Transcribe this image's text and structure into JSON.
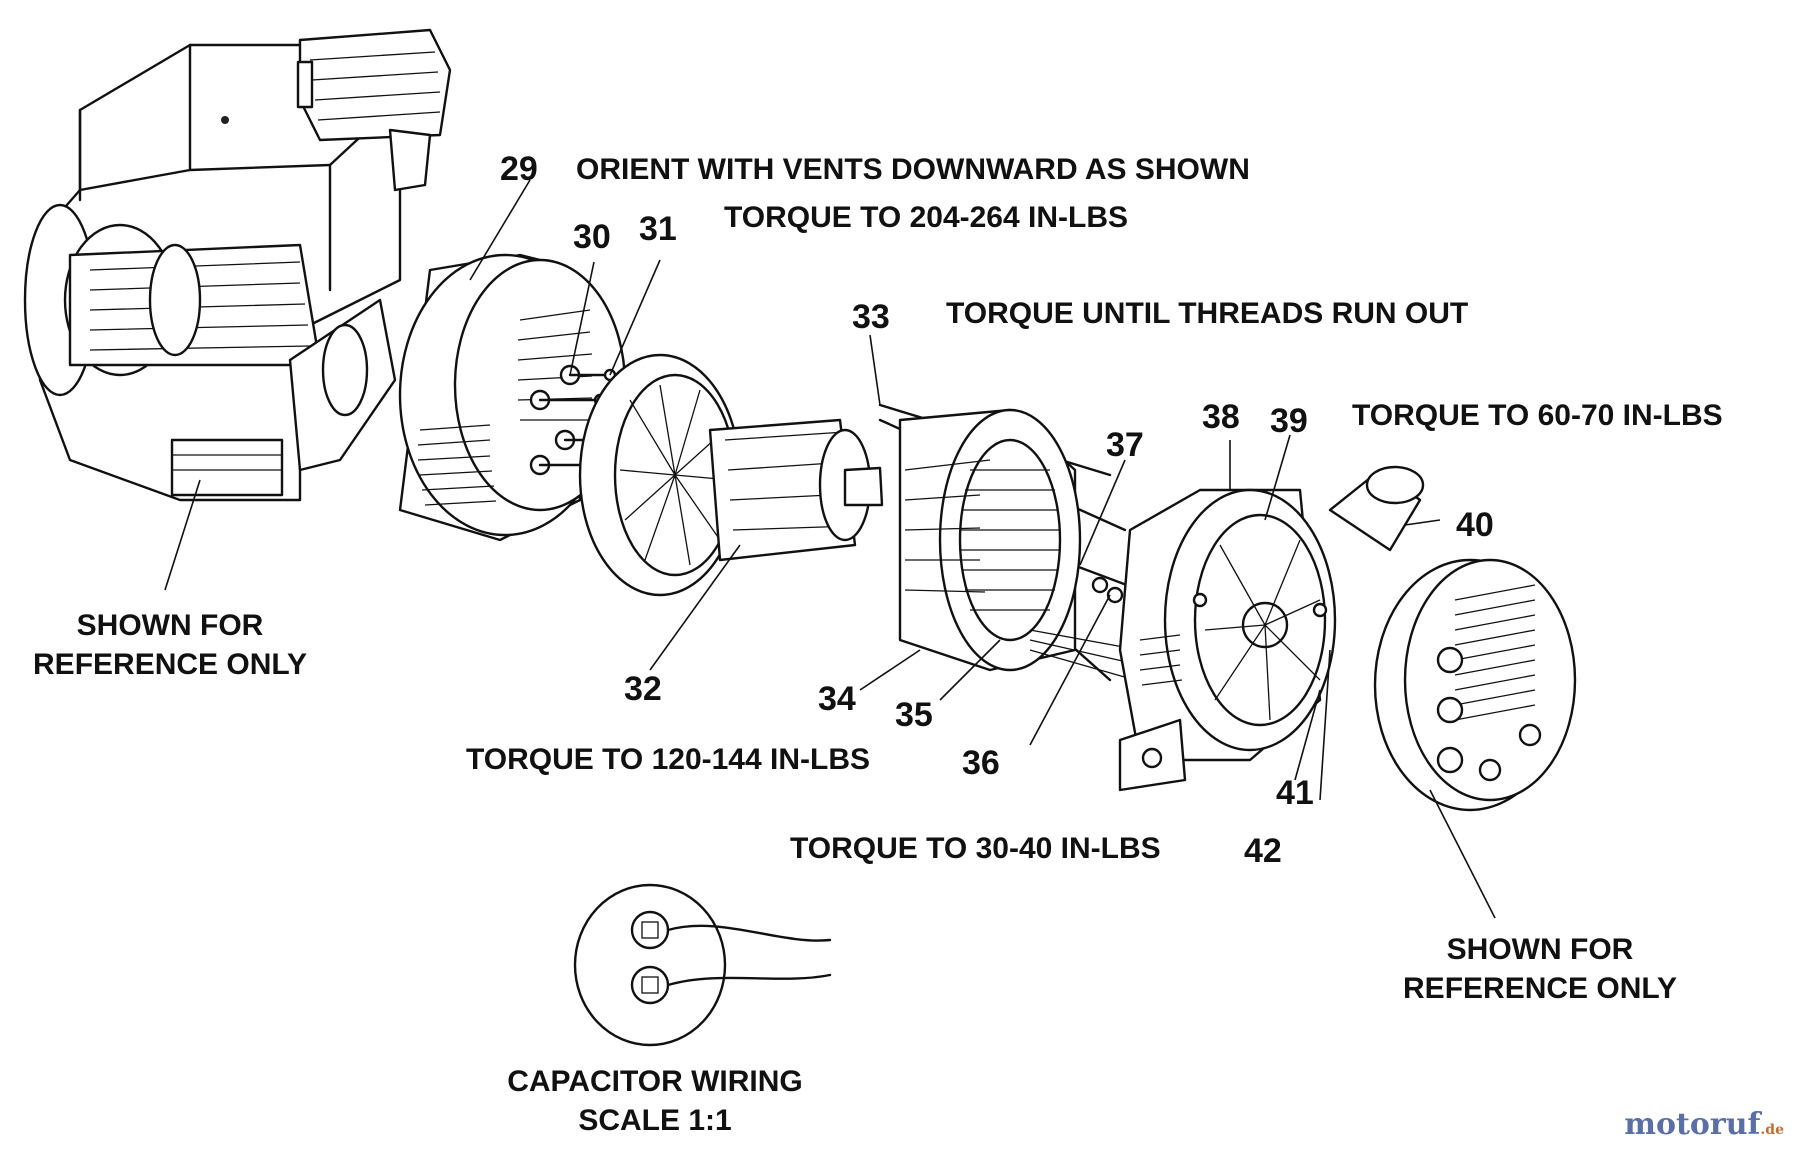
{
  "callouts": {
    "c29": "29",
    "c30": "30",
    "c31": "31",
    "c32": "32",
    "c33": "33",
    "c34": "34",
    "c35": "35",
    "c36": "36",
    "c37": "37",
    "c38": "38",
    "c39": "39",
    "c40": "40",
    "c41": "41",
    "c42": "42"
  },
  "notes": {
    "orient": "ORIENT WITH VENTS DOWNWARD AS SHOWN",
    "torque_204": "TORQUE TO 204-264 IN-LBS",
    "torque_threads": "TORQUE UNTIL THREADS RUN OUT",
    "torque_60": "TORQUE TO 60-70 IN-LBS",
    "torque_120": "TORQUE TO 120-144 IN-LBS",
    "torque_30": "TORQUE TO 30-40 IN-LBS",
    "ref_left": "SHOWN FOR\nREFERENCE ONLY",
    "ref_right": "SHOWN FOR\nREFERENCE ONLY",
    "capacitor": "CAPACITOR WIRING\nSCALE 1:1"
  },
  "watermark": {
    "brand": "motoruf",
    "tld": ".de",
    "color": "#5a6fa6"
  }
}
